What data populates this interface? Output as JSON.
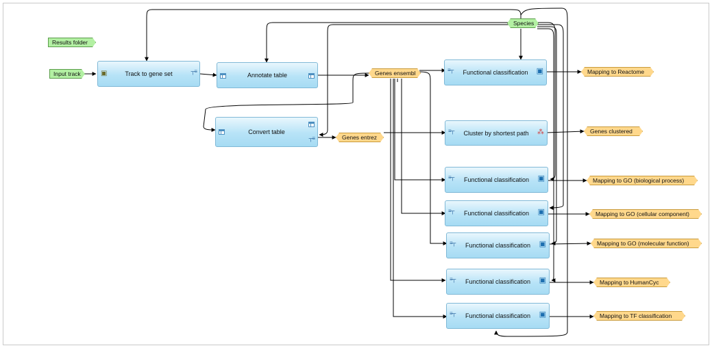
{
  "colors": {
    "node_border": "#7fb8d6",
    "node_fill": "#b7e3f7",
    "green_tag": "#b3f0a3",
    "orange_tag": "#ffd88c",
    "wire": "#000000"
  },
  "folders": {
    "results": "Results folder"
  },
  "inputs": {
    "track": "Input track"
  },
  "nodes": {
    "track_to_gene_set": "Track to gene set",
    "annotate_table": "Annotate table",
    "convert_table": "Convert table",
    "cluster": "Cluster by shortest path",
    "fc_reactome": "Functional classification",
    "fc_go_bp": "Functional classification",
    "fc_go_cc": "Functional classification",
    "fc_go_mf": "Functional classification",
    "fc_humancyc": "Functional classification",
    "fc_tf": "Functional classification"
  },
  "parameters": {
    "species": "Species"
  },
  "intermediates": {
    "genes_ensembl": "Genes ensembl",
    "genes_entrez": "Genes entrez"
  },
  "outputs": {
    "reactome": "Mapping to Reactome",
    "clustered": "Genes clustered",
    "go_bp": "Mapping to GO (biological process)",
    "go_cc": "Mapping to GO (cellular component)",
    "go_mf": "Mapping to GO (molecular function)",
    "humancyc": "Mapping to HumanCyc",
    "tf": "Mapping to TF classification"
  },
  "icons": {
    "analysis": "gene-tree-icon",
    "functional": "computer-user-icon",
    "cluster": "cluster-graph-icon",
    "track": "brick-icon",
    "table": "table-port-icon"
  }
}
